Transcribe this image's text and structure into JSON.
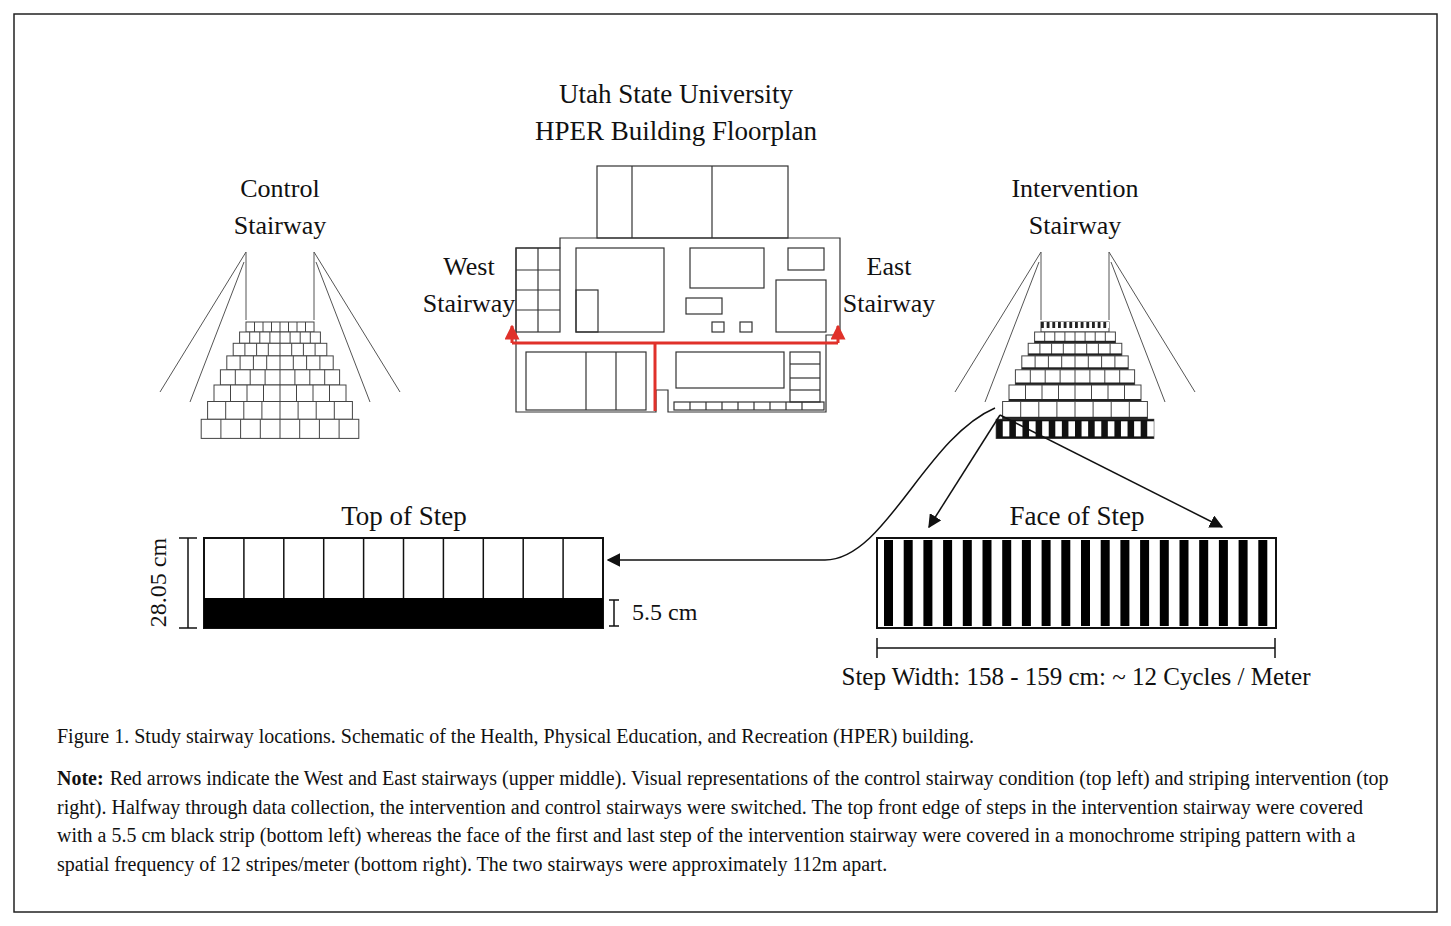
{
  "diagram": {
    "title": "Utah State University HPER Building Floorplan",
    "caption": "Figure 1. Study stairway locations. Schematic of the Health, Physical Education, and Recreation (HPER) building.",
    "nodes": [
      {
        "text": [
          "Control Stairway"
        ]
      },
      {
        "text": [
          "Intervention Stairway"
        ]
      },
      {
        "text": [
          "Top of Step"
        ]
      },
      {
        "text": [
          "Face of Step"
        ]
      }
    ],
    "edges": [
      {
        "from": 1,
        "to": 2,
        "arrow": "to"
      },
      {
        "from": 1,
        "to": 3,
        "arrow": "to"
      }
    ],
    "labels": [
      "West Stairway",
      "East Stairway",
      "28.05 cm",
      "5.5 cm",
      "Step Width: 158 - 159 cm: ~ 12 Cycles / Meter",
      "Note:",
      "Red arrows indicate the West and East stairways (upper middle). Visual representations of the control stairway condition (top left) and striping intervention (top right). Halfway through data collection, the intervention and control stairways were switched. The top front edge of steps in the intervention stairway were covered with a 5.5 cm black strip (bottom left) whereas the face of the first and last step of the intervention stairway were covered in a monochrome striping pattern with a spatial frequency of 12 stripes/meter (bottom right). The two stairways were approximately 112m apart."
    ]
  }
}
